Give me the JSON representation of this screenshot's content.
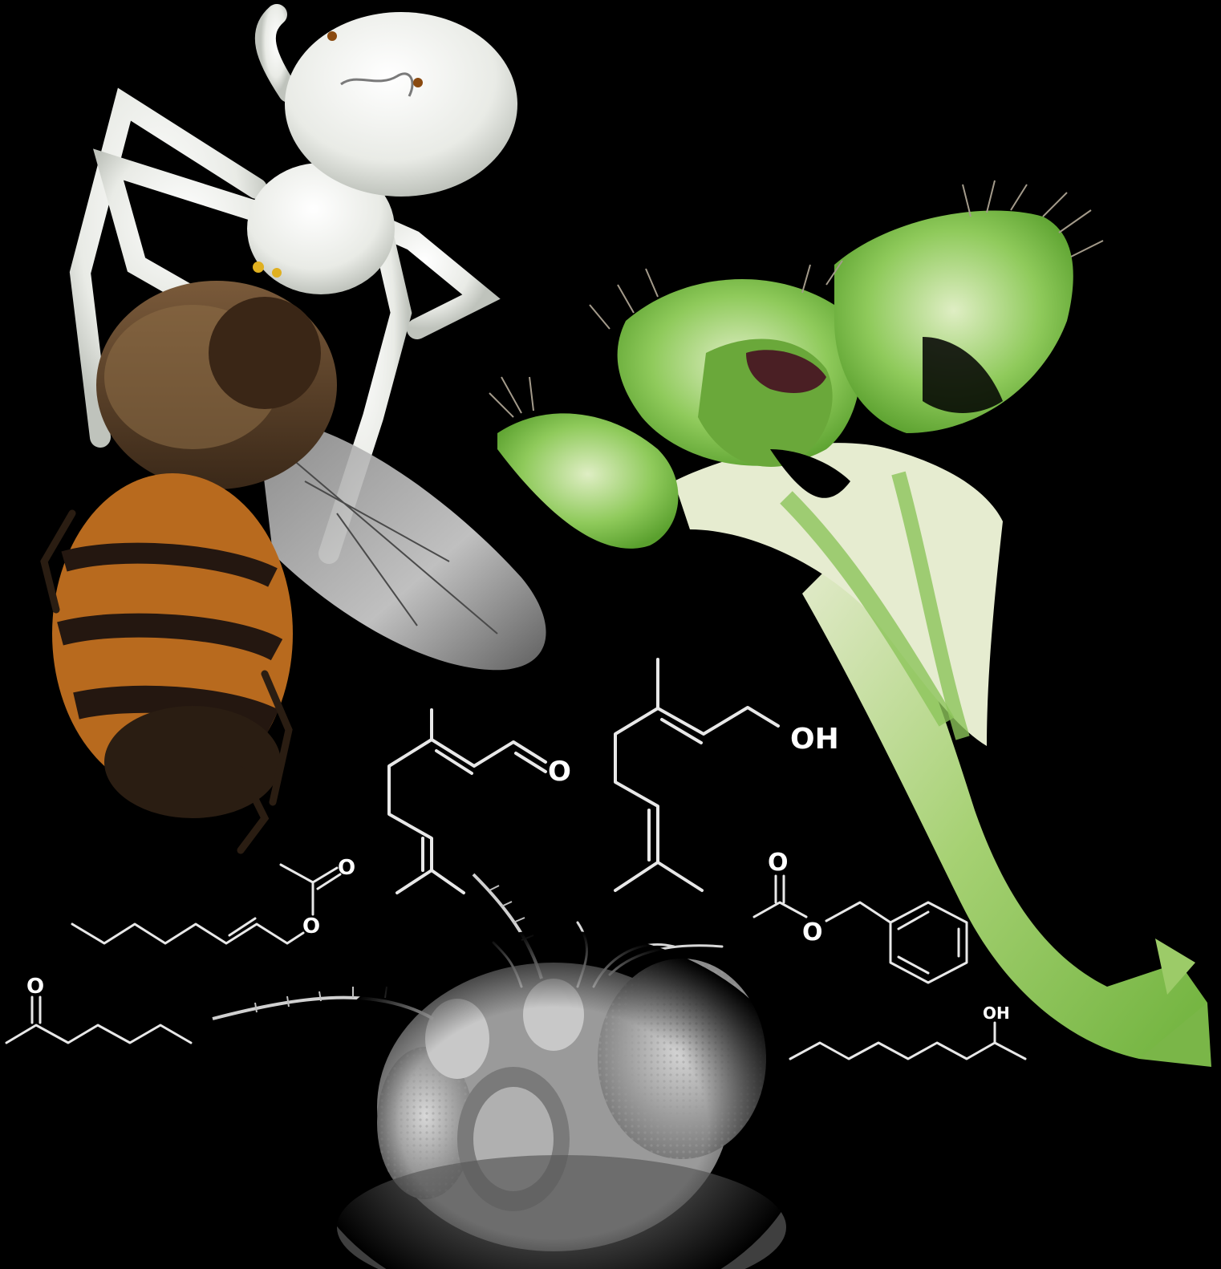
{
  "colors": {
    "background": "#000000",
    "spider": "#f2f2ee",
    "bee_orange": "#b86a1e",
    "bee_dark": "#2a1d12",
    "flower_green": "#7cc24a",
    "flower_cream": "#eef0d8",
    "sem_gray": "#bdbdbd",
    "structure_lines": "#e8e8e8"
  },
  "scene": {
    "spider": "crab-spider",
    "prey": "honeybee",
    "flower": "green-trumpet-flower",
    "fly": "fly-head-sem"
  },
  "atoms": {
    "citral_o": "O",
    "geraniol_oh": "OH",
    "acetate_o_carbonyl": "O",
    "acetate_o_ester": "O",
    "benzyl_o_carbonyl": "O",
    "benzyl_o_ester": "O",
    "ketone_o": "O",
    "alcohol_oh": "OH"
  }
}
